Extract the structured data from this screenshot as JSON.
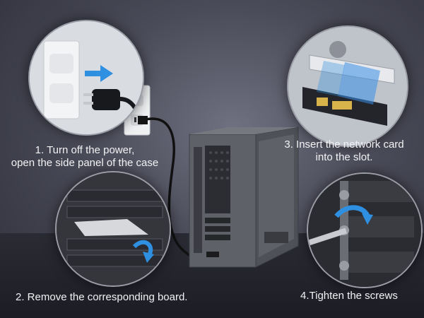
{
  "steps": [
    {
      "line1": "1. Turn off the power,",
      "line2": "open the side panel of the case"
    },
    {
      "line1": "3. Insert the network card",
      "line2": "into the slot."
    },
    {
      "line1": "2. Remove the corresponding board."
    },
    {
      "line1": "4.Tighten the screws"
    }
  ],
  "colors": {
    "arrow": "#2f8fe0",
    "text": "#f2f2f4",
    "case": "#5d5f66",
    "wall": "#eef0f2"
  },
  "icons": [
    "power-outlet-icon",
    "plug-icon",
    "arrow-right-icon",
    "rotate-arrow-icon",
    "network-card-icon",
    "pc-case-icon",
    "screwdriver-icon"
  ]
}
